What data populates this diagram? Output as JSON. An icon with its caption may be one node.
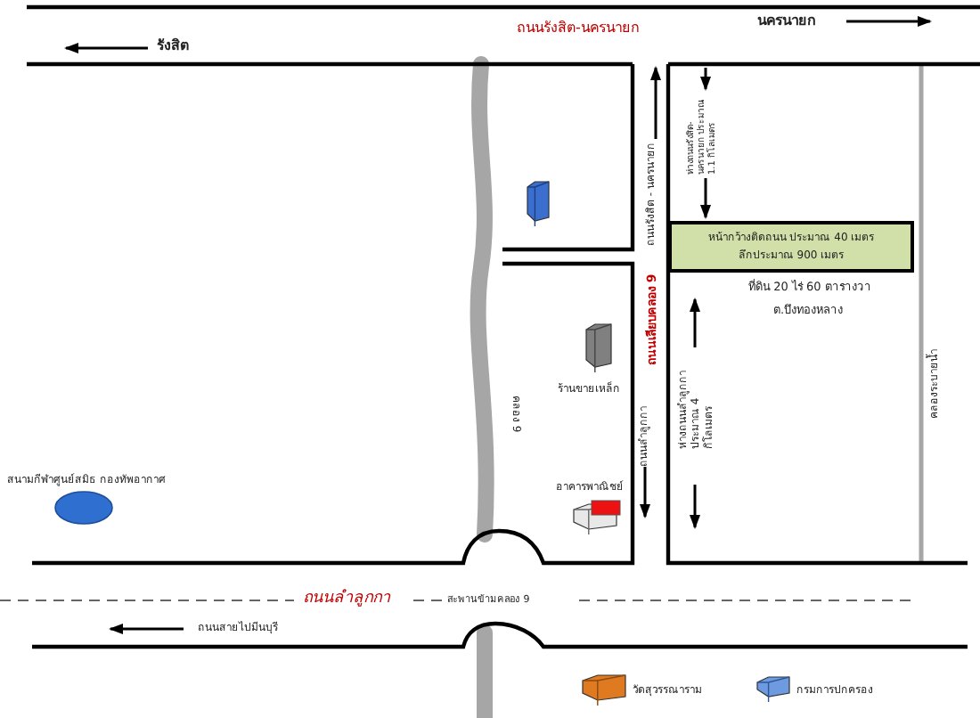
{
  "diagram": {
    "nodes": [
      {
        "text": [
          "หน้ากว้างติดถนน ประมาณ 40 เมตร",
          "ลึกประมาณ 900 เมตร"
        ]
      }
    ],
    "labels": [
      "ถนนรังสิต-นครนายก",
      "นครนายก",
      "รังสิต",
      "ถนนรังสิต - นครนายก",
      "ห่างถนนรังสิต-นครนายก ประมาณ 1.1 กิโลเมตร",
      "ที่ดิน 20 ไร่ 60 ตารางวา",
      "ต.บึงทองหลาง",
      "ถนนเลียบคลอง 9",
      "คลองระบายน้ำ",
      "ร้านขายเหล็ก",
      "คลอง 9",
      "ถนนลำลูกกา",
      "ห่างถนนลำลูกกา ประมาณ 4 กิโลเมตร",
      "สนามกีฬาศูนย์สมิธ กองทัพอากาศ",
      "อาคารพาณิชย์",
      "ถนนลำลูกกา",
      "สะพานข้ามคลอง 9",
      "ถนนสายไปมีนบุรี",
      "วัดสุวรรณาราม",
      "กรมการปกครอง"
    ]
  }
}
